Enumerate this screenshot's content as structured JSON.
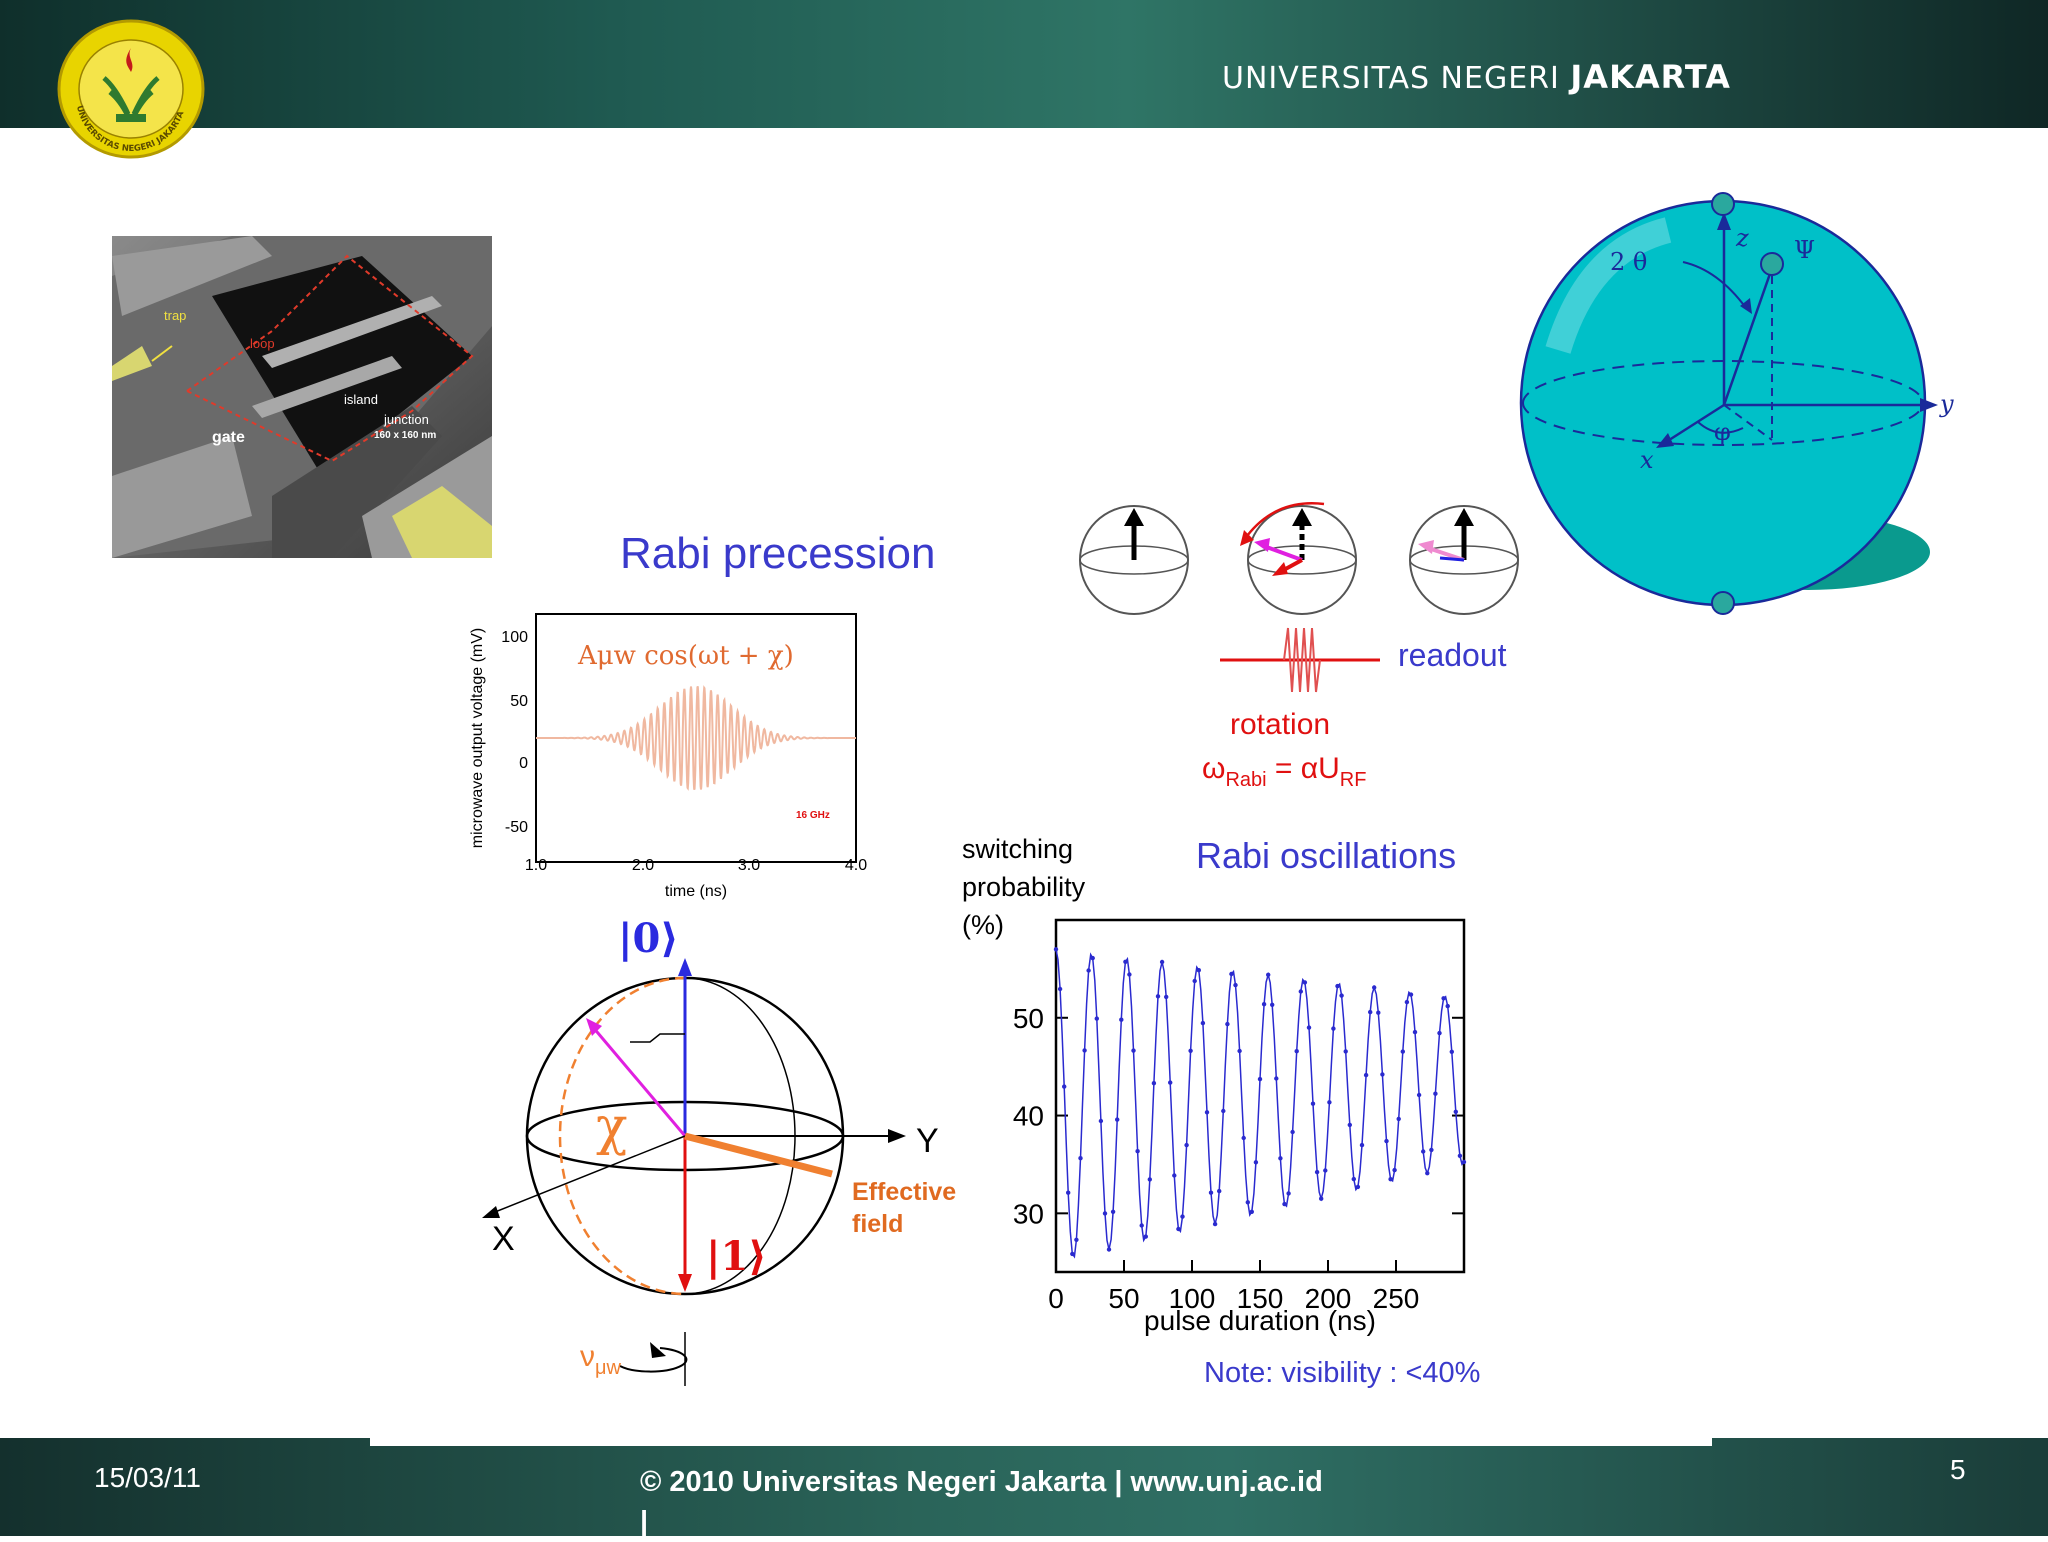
{
  "header": {
    "title_regular": "UNIVERSITAS NEGERI ",
    "title_bold": "JAKARTA",
    "logo_text": "UNIVERSITAS NEGERI JAKARTA"
  },
  "sem_image": {
    "labels": {
      "trap": "trap",
      "loop": "loop",
      "island": "island",
      "junction": "junction",
      "junction_size": "160 x 160 nm",
      "gate": "gate"
    }
  },
  "bloch_sphere": {
    "labels": {
      "theta": "2 θ",
      "z": "z",
      "psi": "Ψ",
      "y": "y",
      "x": "x",
      "phi": "φ"
    },
    "colors": {
      "sphere": "#00c0c8",
      "axes": "#1a2a9a",
      "shadow": "#0a9a8e"
    }
  },
  "rabi_precession": {
    "title": "Rabi precession",
    "readout_label": "readout",
    "rotation_label": "rotation",
    "omega_label": "ω",
    "omega_sub": "Rabi",
    "omega_eq": " = αU",
    "omega_eq_sub": "RF"
  },
  "pulse_plot": {
    "formula": "Aμw cos(ωt + χ)",
    "ylabel": "microwave output voltage (mV)",
    "xlabel": "time (ns)",
    "freq_note": "16 GHz",
    "yticks": [
      "100",
      "50",
      "0",
      "-50"
    ],
    "xticks": [
      "1.0",
      "2.0",
      "3.0",
      "4.0"
    ]
  },
  "bloch_precession": {
    "labels": {
      "zero": "|0⟩",
      "one": "|1⟩",
      "chi": "χ",
      "y": "Y",
      "x": "X",
      "effective": "Effective",
      "field": "field",
      "nu": "ν",
      "nu_sub": "μw"
    }
  },
  "chart_data": {
    "type": "line",
    "title": "Rabi oscillations",
    "ylabel_lines": [
      "switching",
      "probability",
      "(%)"
    ],
    "xlabel": "pulse duration (ns)",
    "xticks": [
      "0",
      "50",
      "100",
      "150",
      "200",
      "250"
    ],
    "yticks": [
      "50",
      "40",
      "30"
    ],
    "xlim": [
      0,
      300
    ],
    "ylim": [
      24,
      60
    ],
    "oscillation": {
      "period_ns": 26,
      "start_center": 41,
      "start_amplitude": 16,
      "end_center": 43.5,
      "end_amplitude": 8.5
    },
    "note": "Note: visibility : <40%",
    "series_color": "#2a2acf"
  },
  "footer": {
    "date": "15/03/11",
    "copyright": "©  2010 Universitas Negeri Jakarta   |  www.unj.ac.id",
    "copyright_tail": "|",
    "page": "5"
  }
}
